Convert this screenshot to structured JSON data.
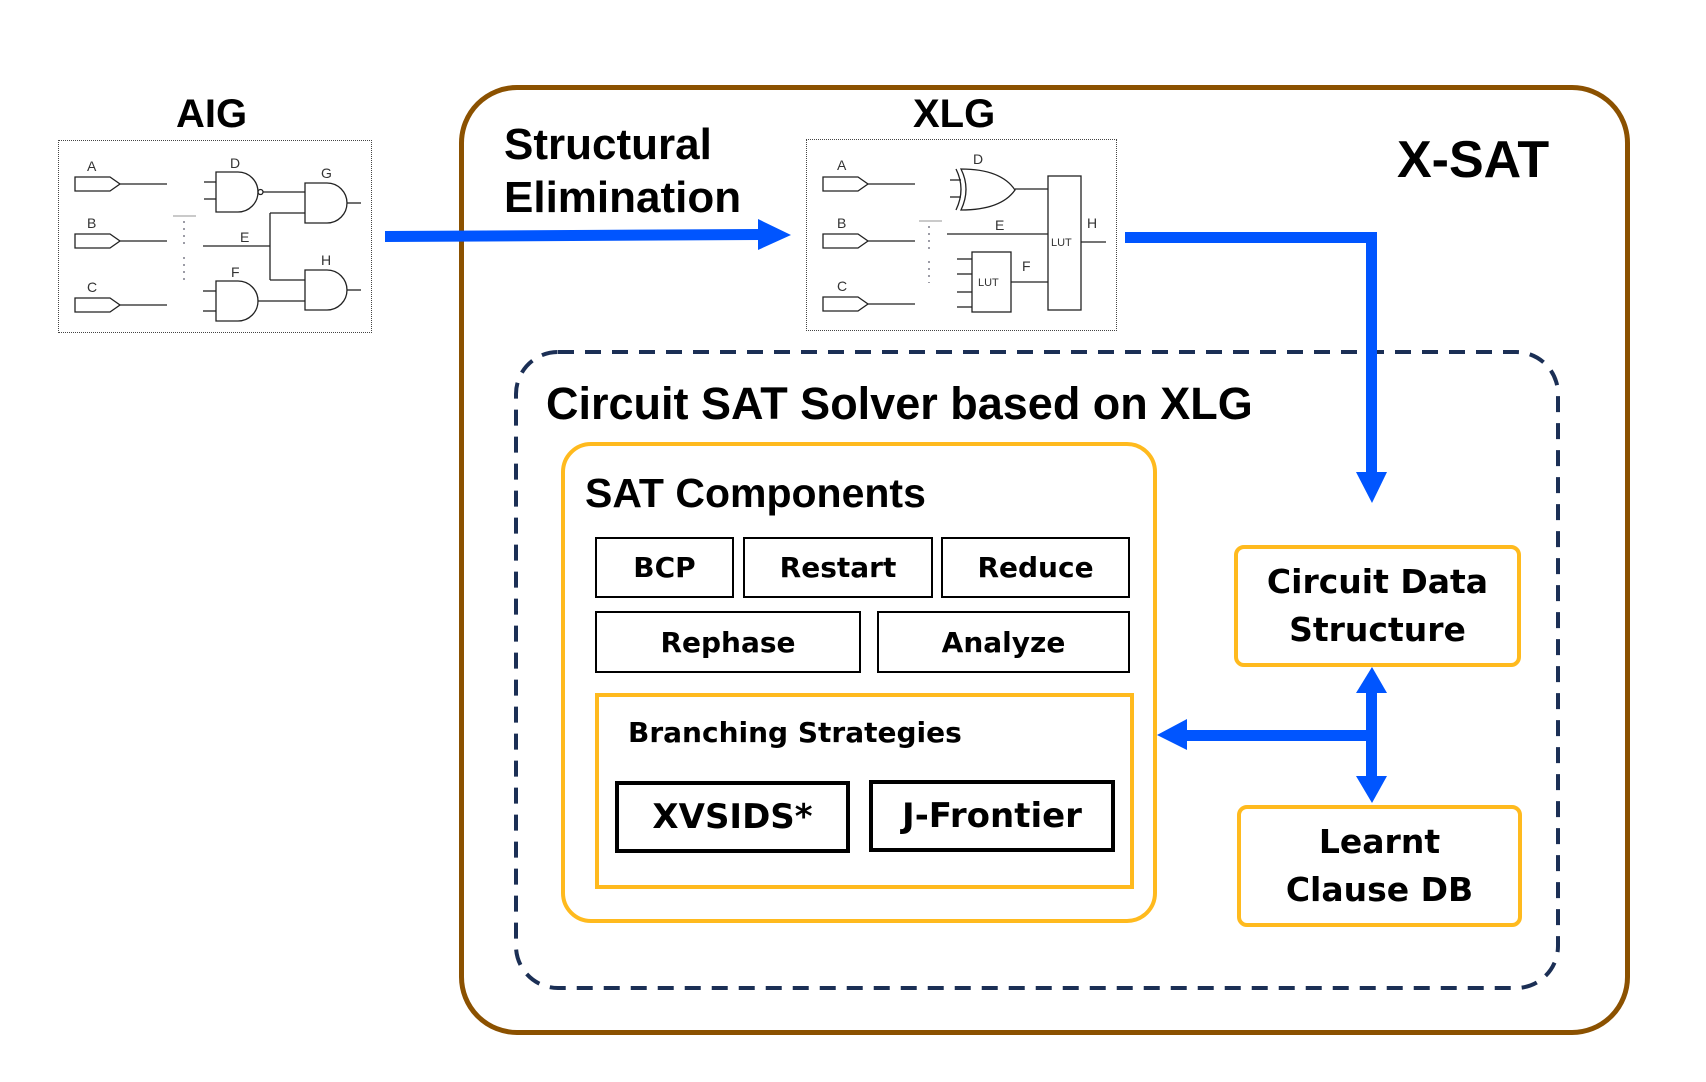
{
  "aig": {
    "title": "AIG",
    "inputs": [
      "A",
      "B",
      "C"
    ],
    "nodes": {
      "d": "D",
      "e": "E",
      "f": "F",
      "g": "G",
      "h": "H"
    }
  },
  "transform": {
    "line1": "Structural",
    "line2": "Elimination"
  },
  "xlg": {
    "title": "XLG",
    "inputs": [
      "A",
      "B",
      "C"
    ],
    "nodes": {
      "d": "D",
      "e": "E",
      "f": "F",
      "h": "H"
    },
    "lut_label": "LUT"
  },
  "system": {
    "title": "X-SAT"
  },
  "solver": {
    "title": "Circuit SAT Solver based on XLG",
    "sat_components": {
      "title": "SAT Components",
      "row1": [
        "BCP",
        "Restart",
        "Reduce"
      ],
      "row2": [
        "Rephase",
        "Analyze"
      ],
      "branching": {
        "title": "Branching Strategies",
        "items": [
          "XVSIDS*",
          "J-Frontier"
        ]
      }
    },
    "circuit_data_structure": {
      "line1": "Circuit Data",
      "line2": "Structure"
    },
    "learnt_clause_db": {
      "line1": "Learnt",
      "line2": "Clause DB"
    }
  },
  "colors": {
    "outer_border": "#8B5100",
    "dashed_border": "#1B2F55",
    "gold": "#FFBA1E",
    "arrow": "#0055FF"
  }
}
